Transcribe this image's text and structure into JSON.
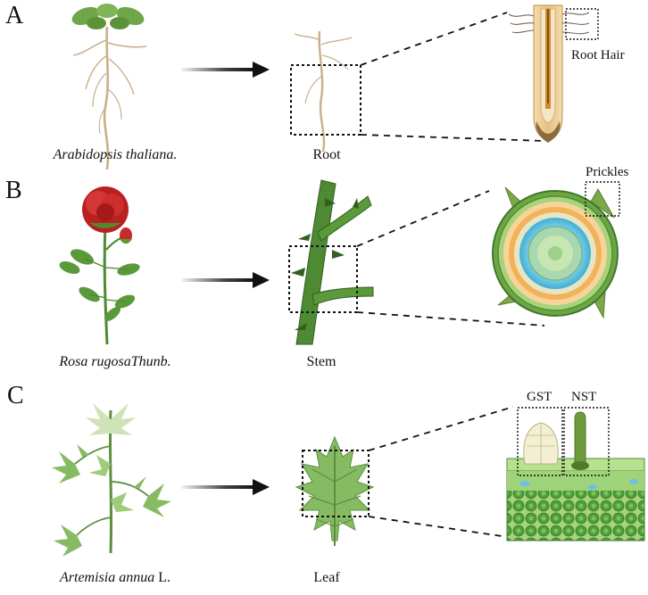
{
  "panels": {
    "a": {
      "letter": "A",
      "species_italic": "Arabidopsis thaliana.",
      "species_suffix": "",
      "organ": "Root",
      "callouts": [
        "Root Hair"
      ]
    },
    "b": {
      "letter": "B",
      "species_italic": "Rosa rugosaThunb.",
      "species_suffix": "",
      "organ": "Stem",
      "callouts": [
        "Prickles"
      ]
    },
    "c": {
      "letter": "C",
      "species_italic": "Artemisia annua",
      "species_suffix": " L.",
      "organ": "Leaf",
      "callouts": [
        "GST",
        "NST"
      ]
    }
  },
  "icons": [
    "arabidopsis-plant-icon",
    "root-icon",
    "root-tip-section-icon",
    "rose-plant-icon",
    "stem-with-prickles-icon",
    "stem-cross-section-icon",
    "artemisia-plant-icon",
    "artemisia-leaf-icon",
    "leaf-trichome-section-icon",
    "arrow-right-icon"
  ],
  "colors": {
    "arrow": "#222222",
    "root_brown": "#c9b08c",
    "root_tip_outer": "#e8c78e",
    "root_core": "#c9902f",
    "root_cap": "#8a6a3e",
    "rose_petal": "#c62a2a",
    "stem_green": "#4e8a33",
    "leaf_green": "#86bb63",
    "section_outer": "#5e9b3a",
    "section_orange": "#f2b257",
    "section_blue": "#54bddb",
    "gst_cream": "#f3efd2",
    "nst_olive": "#6f9a3c"
  }
}
